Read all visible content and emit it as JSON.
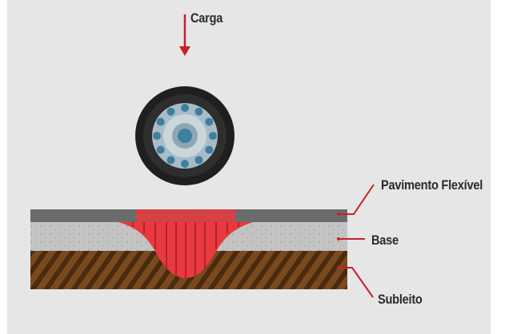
{
  "diagram": {
    "labels": {
      "load": "Carga",
      "surface": "Pavimento Flexível",
      "base": "Base",
      "subgrade": "Subleito"
    },
    "colors": {
      "background": "#e6e6e6",
      "arrow": "#c8202a",
      "stress_bulb": "#e8393f",
      "surface_layer": "#6b6b6b",
      "base_layer": "#c4c4c4",
      "subgrade_layer": "#7a4a1f",
      "tire": "#1f1f1f",
      "wheel_rim": "#a9bcc6",
      "wheel_bolts": "#3d7fa0"
    }
  }
}
